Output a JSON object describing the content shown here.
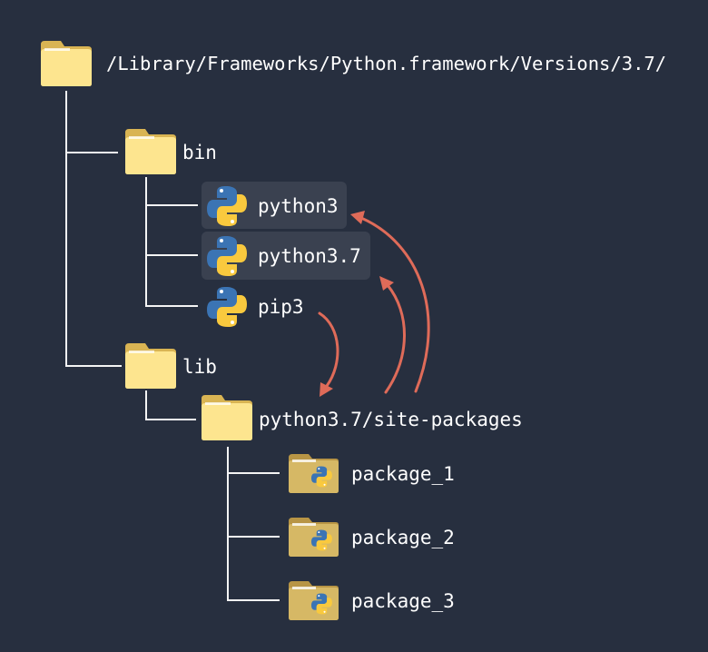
{
  "root": {
    "label": "/Library/Frameworks/Python.framework/Versions/3.7/",
    "icon": "folder-icon"
  },
  "bin": {
    "label": "bin",
    "icon": "folder-icon",
    "items": [
      {
        "label": "python3",
        "icon": "python-icon",
        "highlighted": true
      },
      {
        "label": "python3.7",
        "icon": "python-icon",
        "highlighted": true
      },
      {
        "label": "pip3",
        "icon": "python-icon",
        "highlighted": false
      }
    ]
  },
  "lib": {
    "label": "lib",
    "icon": "folder-icon",
    "site_packages": {
      "label": "python3.7/site-packages",
      "icon": "folder-icon",
      "packages": [
        {
          "label": "package_1",
          "icon": "python-package-folder-icon"
        },
        {
          "label": "package_2",
          "icon": "python-package-folder-icon"
        },
        {
          "label": "package_3",
          "icon": "python-package-folder-icon"
        }
      ]
    }
  },
  "colors": {
    "background": "#272f3f",
    "arrow": "#df6b59",
    "folder": "#fde58f",
    "package_folder": "#d6b865",
    "python_blue": "#3b74b4",
    "python_yellow": "#f9c93e"
  }
}
